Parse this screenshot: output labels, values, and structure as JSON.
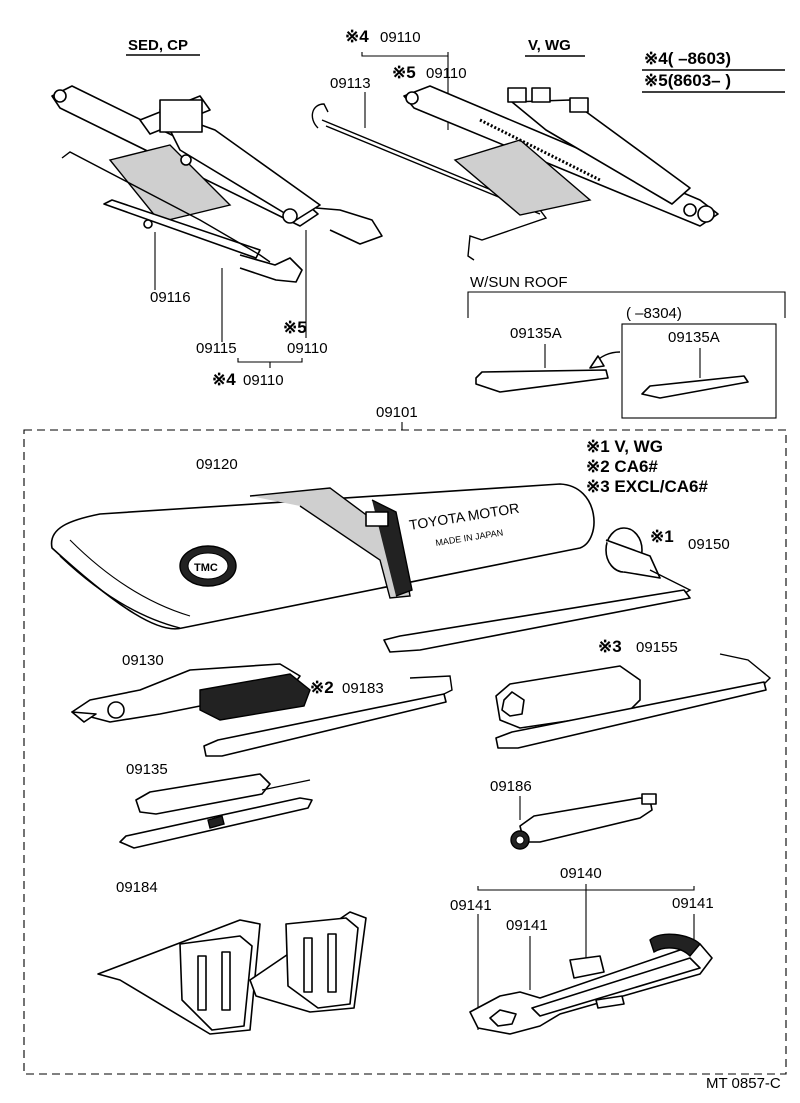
{
  "groups": {
    "sed_cp": "SED, CP",
    "v_wg": "V, WG",
    "w_sun_roof": "W/SUN  ROOF"
  },
  "date_ranges": {
    "note4": "※4(        –8603)",
    "note5": "※5(8603–        )",
    "range_8304": "(        –8304)"
  },
  "notes": {
    "n1": "※1 V, WG",
    "n2": "※2 CA6#",
    "n3": "※3 EXCL/CA6#"
  },
  "marks": {
    "m4": "※4",
    "m5": "※5",
    "m1": "※1",
    "m2": "※2",
    "m3": "※3"
  },
  "parts": {
    "p09110_top": "09110",
    "p09110_top5": "09110",
    "p09113": "09113",
    "p09116": "09116",
    "p09115": "09115",
    "p09110_b5": "09110",
    "p09110_b4": "09110",
    "p09135A_a": "09135A",
    "p09135A_b": "09135A",
    "p09101": "09101",
    "p09120": "09120",
    "p09150": "09150",
    "p09130": "09130",
    "p09183": "09183",
    "p09155": "09155",
    "p09135": "09135",
    "p09186": "09186",
    "p09184": "09184",
    "p09140": "09140",
    "p09141_a": "09141",
    "p09141_b": "09141",
    "p09141_c": "09141"
  },
  "bag_text": {
    "line1": "TOYOTA MOTOR",
    "line2": "MADE IN JAPAN",
    "logo": "TMC"
  },
  "footer": "MT  0857-C"
}
